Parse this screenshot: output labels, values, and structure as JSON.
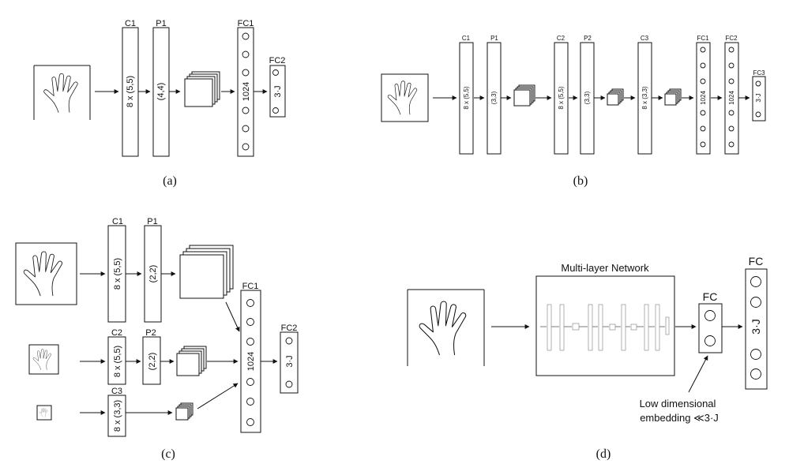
{
  "captions": {
    "a": "(a)",
    "b": "(b)",
    "c": "(c)",
    "d": "(d)"
  },
  "panel_a": {
    "c1_title": "C1",
    "c1_label": "8 x (5,5)",
    "p1_title": "P1",
    "p1_label": "(4,4)",
    "fc1_title": "FC1",
    "fc1_label": "1024",
    "fc2_title": "FC2",
    "fc2_label": "3·J"
  },
  "panel_b": {
    "c1_title": "C1",
    "c1_label": "8 x (5,5)",
    "p1_title": "P1",
    "p1_label": "(3,3)",
    "c2_title": "C2",
    "c2_label": "8 x (5,5)",
    "p2_title": "P2",
    "p2_label": "(3,3)",
    "c3_title": "C3",
    "c3_label": "8 x (3,3)",
    "fc1_title": "FC1",
    "fc1_label": "1024",
    "fc2_title": "FC2",
    "fc2_label": "1024",
    "fc3_title": "FC3",
    "fc3_label": "3·J"
  },
  "panel_c": {
    "c1_title": "C1",
    "c1_label": "8 x (5,5)",
    "p1_title": "P1",
    "p1_label": "(2,2)",
    "c2_title": "C2",
    "c2_label": "8 x (5,5)",
    "p2_title": "P2",
    "p2_label": "(2,2)",
    "c3_title": "C3",
    "c3_label": "8 x (3,3)",
    "fc1_title": "FC1",
    "fc1_label": "1024",
    "fc2_title": "FC2",
    "fc2_label": "3·J"
  },
  "panel_d": {
    "network_title": "Multi-layer Network",
    "fc_small_title": "FC",
    "fc_big_title": "FC",
    "fc_big_label": "3·J",
    "embedding_line1": "Low dimensional",
    "embedding_line2": "embedding ≪3·J"
  }
}
